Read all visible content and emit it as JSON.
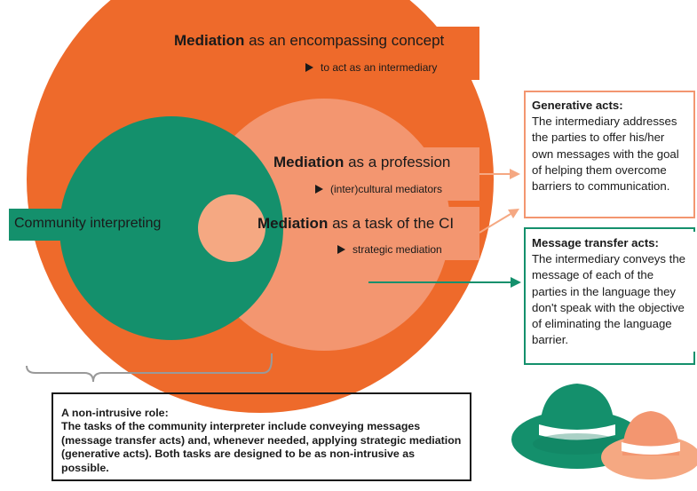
{
  "mediation_concept": {
    "term": "Mediation",
    "rest": "as an encompassing concept",
    "sub": "to act as an intermediary"
  },
  "mediation_profession": {
    "term": "Mediation",
    "rest": "as a profession",
    "sub": "(inter)cultural mediators"
  },
  "mediation_task": {
    "term": "Mediation",
    "rest": "as a task of the CI",
    "sub": "strategic mediation"
  },
  "community_interpreting": "Community interpreting",
  "generative_acts": {
    "heading": "Generative acts:",
    "body": "The intermediary addresses the parties to offer his/her own messages with the goal of helping them overcome barriers to communication."
  },
  "message_transfer_acts": {
    "heading": "Message transfer acts:",
    "body": "The intermediary conveys the message of each of the parties in the language they don't speak with the objective of eliminating the language barrier."
  },
  "non_intrusive_role": {
    "heading": "A non-intrusive role:",
    "body": "The tasks of the community interpreter include conveying messages (message transfer acts) and, whenever needed, applying strategic mediation (generative acts). Both tasks are designed to be as non-intrusive as possible."
  },
  "colors": {
    "orange": "#EE6A2B",
    "light_orange": "#F39670",
    "peach": "#F5A882",
    "green": "#14906C",
    "dark_green": "#0E7A5B"
  },
  "icons": [
    "green-hat-icon",
    "orange-hat-icon",
    "arrow-icon"
  ]
}
